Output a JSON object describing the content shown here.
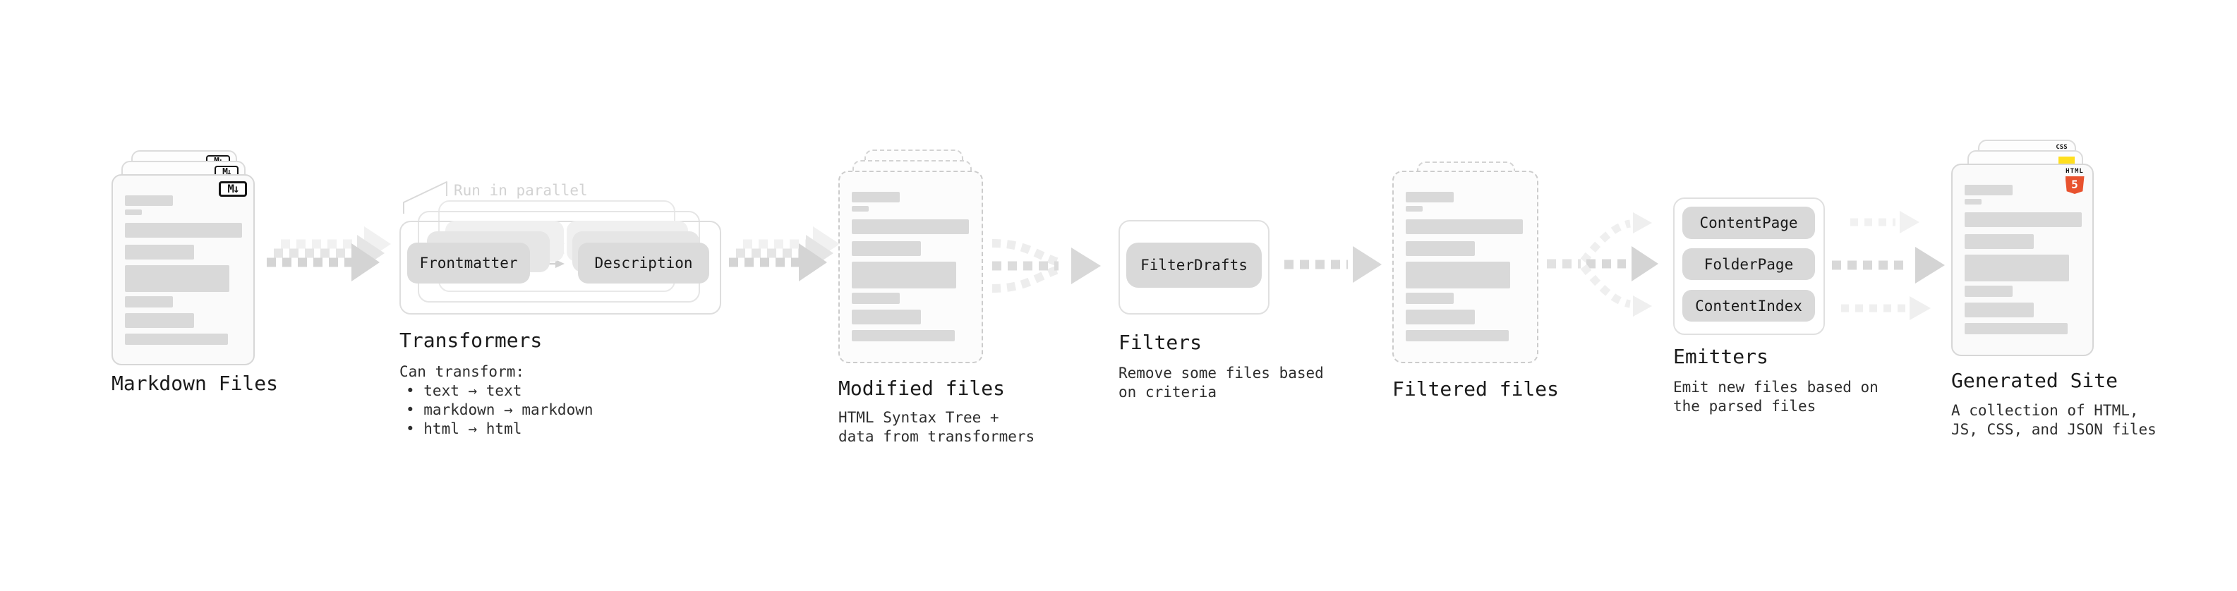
{
  "pipeline": {
    "markdown_files": {
      "label": "Markdown Files",
      "badge": "M↓"
    },
    "transformers": {
      "heading": "Transformers",
      "annotation": "Run in parallel",
      "desc_title": "Can transform:",
      "bullets": [
        "• text → text",
        "• markdown → markdown",
        "• html → html"
      ],
      "input_button": "Frontmatter",
      "output_button": "Description"
    },
    "modified_files": {
      "heading": "Modified files",
      "desc": "HTML Syntax Tree +\ndata from transformers"
    },
    "filters": {
      "heading": "Filters",
      "button": "FilterDrafts",
      "desc": "Remove some files based\non criteria"
    },
    "filtered_files": {
      "heading": "Filtered files"
    },
    "emitters": {
      "heading": "Emitters",
      "buttons": [
        "ContentPage",
        "FolderPage",
        "ContentIndex"
      ],
      "desc": "Emit new files based on\nthe parsed files"
    },
    "generated_site": {
      "heading": "Generated Site",
      "desc": "A collection of HTML,\nJS, CSS, and JSON files",
      "badges": {
        "css": "CSS",
        "html_word": "HTML",
        "html_number": "5"
      }
    },
    "colors": {
      "arrow": "#d4d4d4",
      "arrow_ghost": "#ededed",
      "bar": "#d9d9d9",
      "chip_bg": "#dbdbdb",
      "html5_orange": "#e8522e",
      "js_yellow": "#ffdf1e",
      "css_blue": "#2e6df0"
    }
  }
}
